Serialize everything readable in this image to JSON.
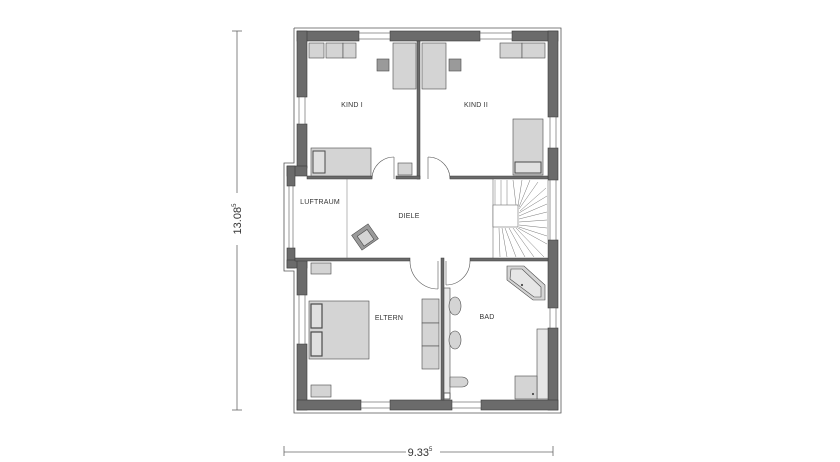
{
  "floor_plan": {
    "rooms": [
      {
        "id": "kind1",
        "label": "KIND I"
      },
      {
        "id": "kind2",
        "label": "KIND II"
      },
      {
        "id": "luftraum",
        "label": "LUFTRAUM"
      },
      {
        "id": "diele",
        "label": "DIELE"
      },
      {
        "id": "eltern",
        "label": "ELTERN"
      },
      {
        "id": "bad",
        "label": "BAD"
      }
    ],
    "dimensions": {
      "height": {
        "value": "13.08",
        "superscript": "5"
      },
      "width": {
        "value": "9.33",
        "superscript": "5"
      }
    },
    "colors": {
      "wall": "#6b6b6b",
      "wall_outline": "#3a3a3a",
      "furniture": "#d4d4d4",
      "furniture_stroke": "#4a4a4a",
      "dim_line": "#555555"
    }
  }
}
